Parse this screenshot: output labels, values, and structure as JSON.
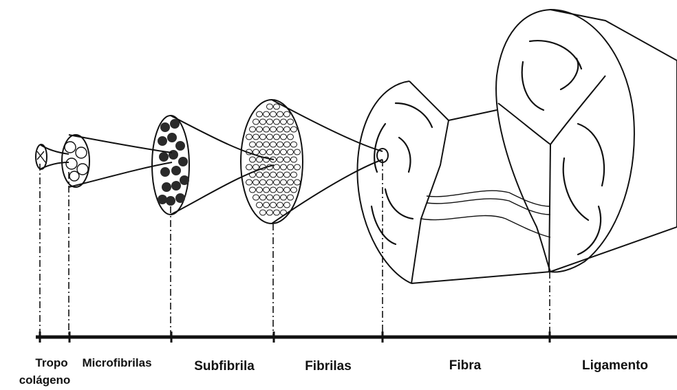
{
  "diagram": {
    "labels": [
      {
        "id": "tropocolageno",
        "line1": "Tropo",
        "line2": "colágeno"
      },
      {
        "id": "microfibrilas",
        "line1": "Microfibrilas",
        "line2": ""
      },
      {
        "id": "subfibrila",
        "line1": "Subfibrila",
        "line2": ""
      },
      {
        "id": "fibrilas",
        "line1": "Fibrilas",
        "line2": ""
      },
      {
        "id": "fibra",
        "line1": "Fibra",
        "line2": ""
      },
      {
        "id": "ligamento",
        "line1": "Ligamento",
        "line2": ""
      }
    ],
    "colors": {
      "ink": "#111111",
      "background": "#ffffff",
      "fill_dark": "#2a2a2a"
    }
  }
}
